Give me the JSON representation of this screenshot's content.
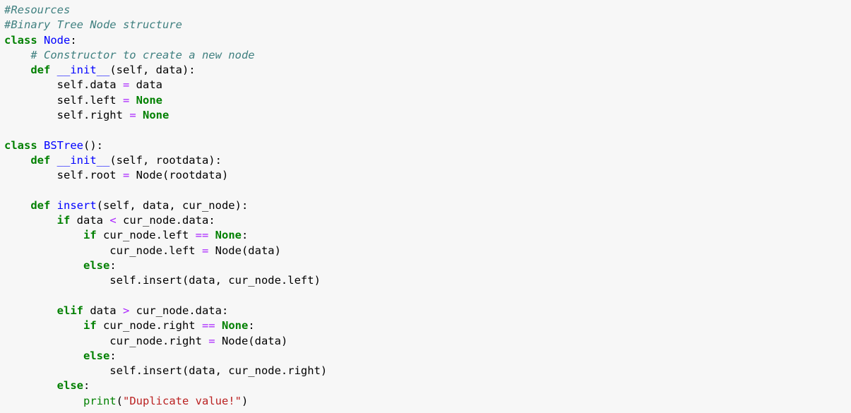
{
  "editor": {
    "background": "#f7f7f7",
    "colors": {
      "comment": "#408080",
      "keyword": "#008000",
      "constant": "#008000",
      "name": "#0000ff",
      "operator": "#aa22ff",
      "string": "#ba2121",
      "builtin": "#008000",
      "plain": "#000000"
    },
    "lines": [
      [
        {
          "t": "comment",
          "v": "#Resources"
        }
      ],
      [
        {
          "t": "comment",
          "v": "#Binary Tree Node structure"
        }
      ],
      [
        {
          "t": "keyword",
          "v": "class"
        },
        {
          "t": "plain",
          "v": " "
        },
        {
          "t": "name",
          "v": "Node"
        },
        {
          "t": "plain",
          "v": ":"
        }
      ],
      [
        {
          "t": "plain",
          "v": "    "
        },
        {
          "t": "comment",
          "v": "# Constructor to create a new node"
        }
      ],
      [
        {
          "t": "plain",
          "v": "    "
        },
        {
          "t": "keyword",
          "v": "def"
        },
        {
          "t": "plain",
          "v": " "
        },
        {
          "t": "name",
          "v": "__init__"
        },
        {
          "t": "plain",
          "v": "(self, data):"
        }
      ],
      [
        {
          "t": "plain",
          "v": "        self.data "
        },
        {
          "t": "operator",
          "v": "="
        },
        {
          "t": "plain",
          "v": " data"
        }
      ],
      [
        {
          "t": "plain",
          "v": "        self.left "
        },
        {
          "t": "operator",
          "v": "="
        },
        {
          "t": "plain",
          "v": " "
        },
        {
          "t": "constant",
          "v": "None"
        }
      ],
      [
        {
          "t": "plain",
          "v": "        self.right "
        },
        {
          "t": "operator",
          "v": "="
        },
        {
          "t": "plain",
          "v": " "
        },
        {
          "t": "constant",
          "v": "None"
        }
      ],
      [],
      [
        {
          "t": "keyword",
          "v": "class"
        },
        {
          "t": "plain",
          "v": " "
        },
        {
          "t": "name",
          "v": "BSTree"
        },
        {
          "t": "plain",
          "v": "():"
        }
      ],
      [
        {
          "t": "plain",
          "v": "    "
        },
        {
          "t": "keyword",
          "v": "def"
        },
        {
          "t": "plain",
          "v": " "
        },
        {
          "t": "name",
          "v": "__init__"
        },
        {
          "t": "plain",
          "v": "(self, rootdata):"
        }
      ],
      [
        {
          "t": "plain",
          "v": "        self.root "
        },
        {
          "t": "operator",
          "v": "="
        },
        {
          "t": "plain",
          "v": " Node(rootdata)"
        }
      ],
      [],
      [
        {
          "t": "plain",
          "v": "    "
        },
        {
          "t": "keyword",
          "v": "def"
        },
        {
          "t": "plain",
          "v": " "
        },
        {
          "t": "name",
          "v": "insert"
        },
        {
          "t": "plain",
          "v": "(self, data, cur_node):"
        }
      ],
      [
        {
          "t": "plain",
          "v": "        "
        },
        {
          "t": "keyword",
          "v": "if"
        },
        {
          "t": "plain",
          "v": " data "
        },
        {
          "t": "operator",
          "v": "<"
        },
        {
          "t": "plain",
          "v": " cur_node.data:"
        }
      ],
      [
        {
          "t": "plain",
          "v": "            "
        },
        {
          "t": "keyword",
          "v": "if"
        },
        {
          "t": "plain",
          "v": " cur_node.left "
        },
        {
          "t": "operator",
          "v": "=="
        },
        {
          "t": "plain",
          "v": " "
        },
        {
          "t": "constant",
          "v": "None"
        },
        {
          "t": "plain",
          "v": ":"
        }
      ],
      [
        {
          "t": "plain",
          "v": "                cur_node.left "
        },
        {
          "t": "operator",
          "v": "="
        },
        {
          "t": "plain",
          "v": " Node(data)"
        }
      ],
      [
        {
          "t": "plain",
          "v": "            "
        },
        {
          "t": "keyword",
          "v": "else"
        },
        {
          "t": "plain",
          "v": ":"
        }
      ],
      [
        {
          "t": "plain",
          "v": "                self.insert(data, cur_node.left)"
        }
      ],
      [],
      [
        {
          "t": "plain",
          "v": "        "
        },
        {
          "t": "keyword",
          "v": "elif"
        },
        {
          "t": "plain",
          "v": " data "
        },
        {
          "t": "operator",
          "v": ">"
        },
        {
          "t": "plain",
          "v": " cur_node.data:"
        }
      ],
      [
        {
          "t": "plain",
          "v": "            "
        },
        {
          "t": "keyword",
          "v": "if"
        },
        {
          "t": "plain",
          "v": " cur_node.right "
        },
        {
          "t": "operator",
          "v": "=="
        },
        {
          "t": "plain",
          "v": " "
        },
        {
          "t": "constant",
          "v": "None"
        },
        {
          "t": "plain",
          "v": ":"
        }
      ],
      [
        {
          "t": "plain",
          "v": "                cur_node.right "
        },
        {
          "t": "operator",
          "v": "="
        },
        {
          "t": "plain",
          "v": " Node(data)"
        }
      ],
      [
        {
          "t": "plain",
          "v": "            "
        },
        {
          "t": "keyword",
          "v": "else"
        },
        {
          "t": "plain",
          "v": ":"
        }
      ],
      [
        {
          "t": "plain",
          "v": "                self.insert(data, cur_node.right)"
        }
      ],
      [
        {
          "t": "plain",
          "v": "        "
        },
        {
          "t": "keyword",
          "v": "else"
        },
        {
          "t": "plain",
          "v": ":"
        }
      ],
      [
        {
          "t": "plain",
          "v": "            "
        },
        {
          "t": "builtin",
          "v": "print"
        },
        {
          "t": "plain",
          "v": "("
        },
        {
          "t": "string",
          "v": "\"Duplicate value!\""
        },
        {
          "t": "plain",
          "v": ")"
        }
      ]
    ]
  }
}
